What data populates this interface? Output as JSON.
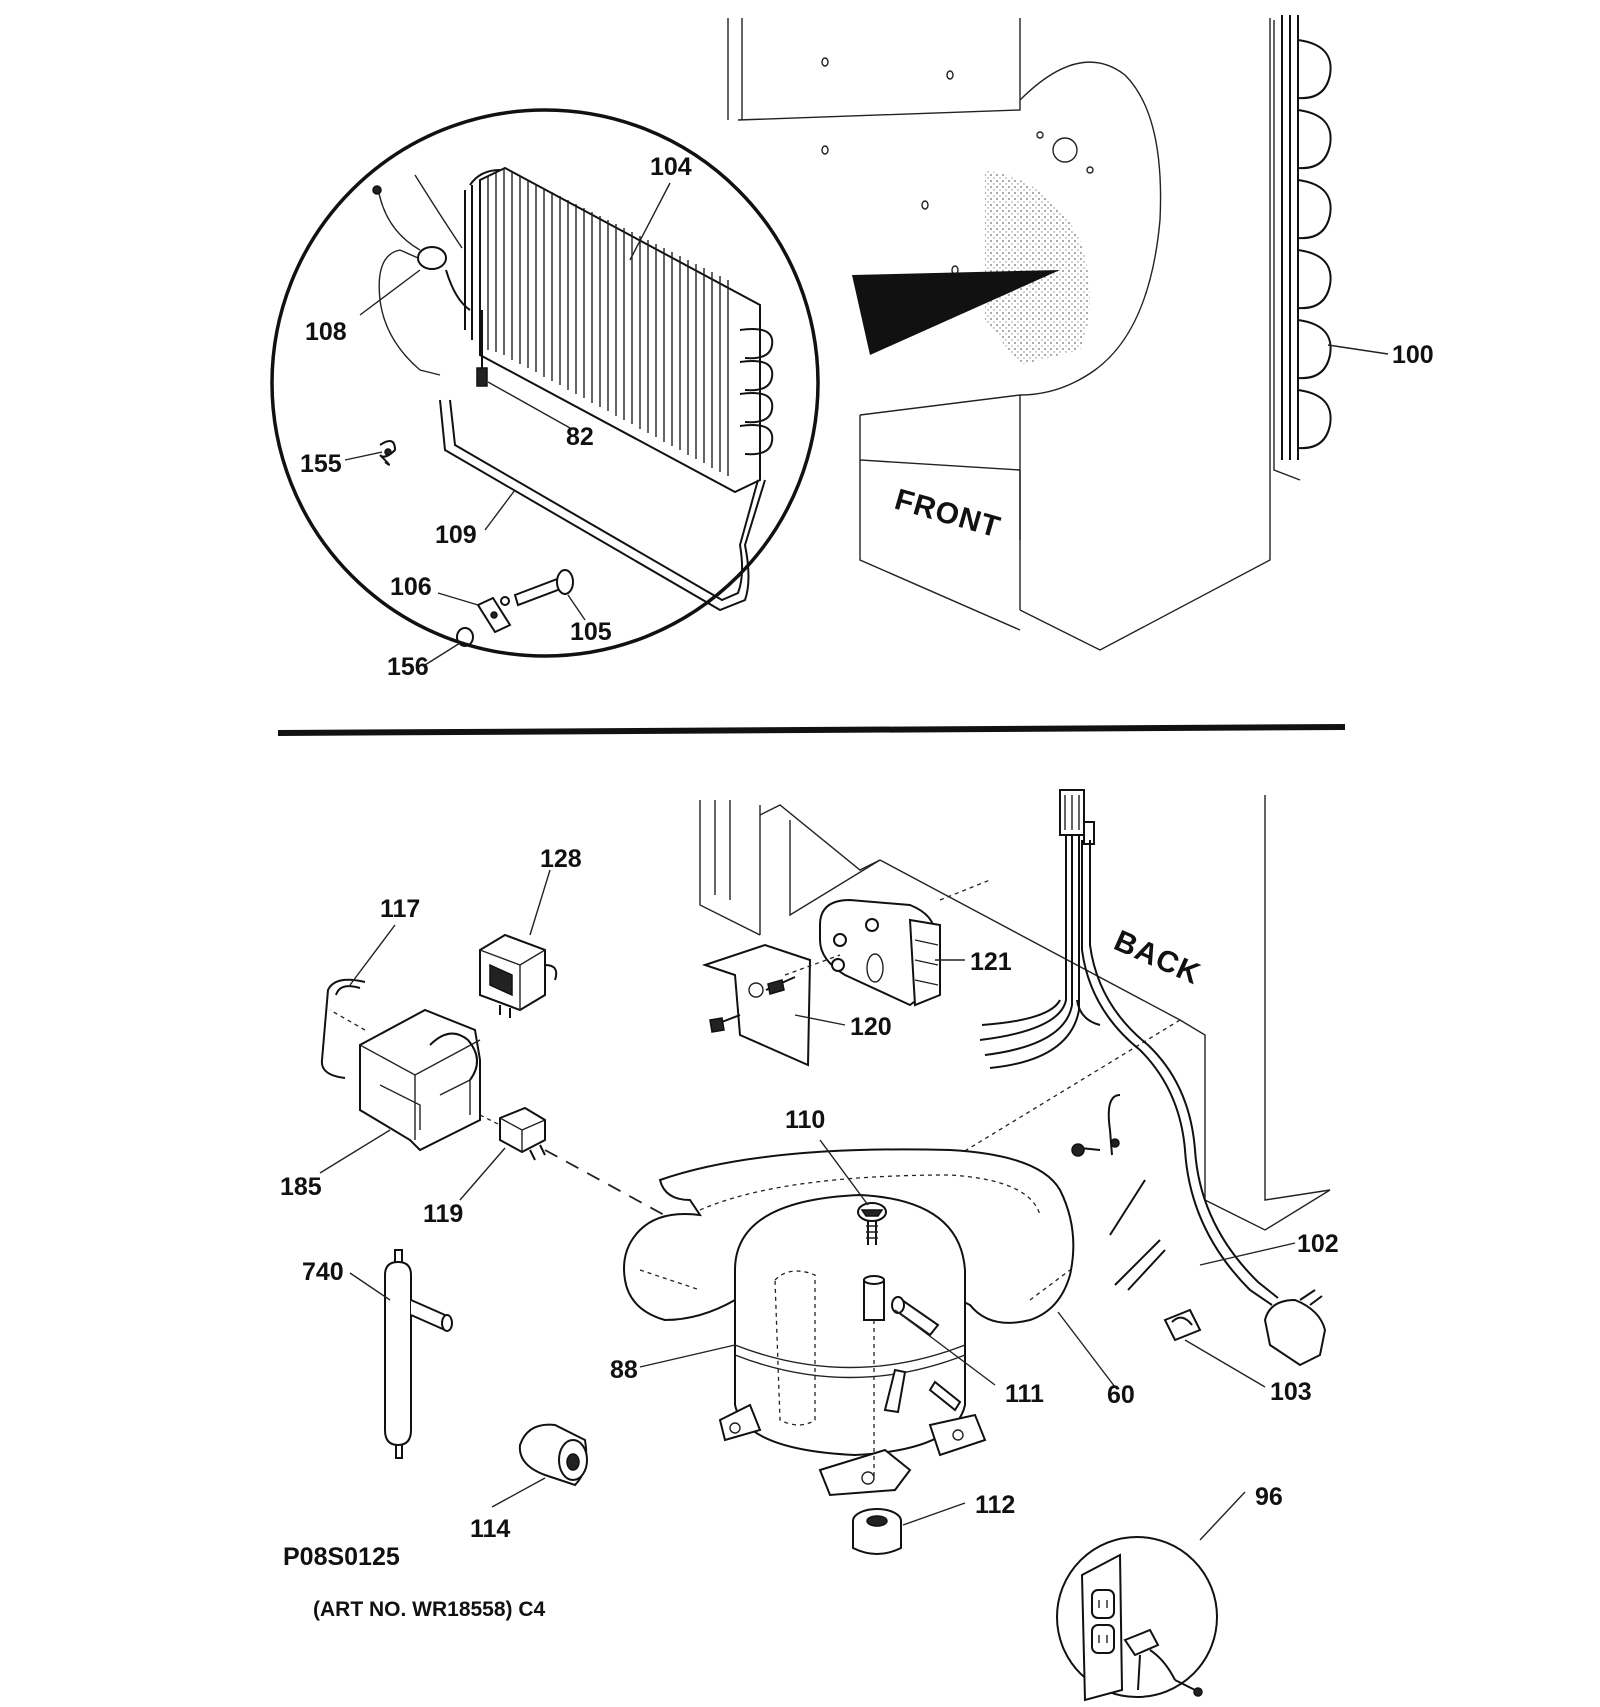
{
  "diagram": {
    "orientation_labels": {
      "front": "FRONT",
      "back": "BACK"
    },
    "art_code": "P08S0125",
    "art_number": "(ART NO. WR18558) C4",
    "callouts": {
      "p104": "104",
      "p108": "108",
      "p82": "82",
      "p155": "155",
      "p109": "109",
      "p106": "106",
      "p105": "105",
      "p156": "156",
      "p100": "100",
      "p128": "128",
      "p117": "117",
      "p121": "121",
      "p120": "120",
      "p110": "110",
      "p185": "185",
      "p119": "119",
      "p102": "102",
      "p740": "740",
      "p88": "88",
      "p111": "111",
      "p60": "60",
      "p103": "103",
      "p96": "96",
      "p112": "112",
      "p114": "114"
    }
  }
}
